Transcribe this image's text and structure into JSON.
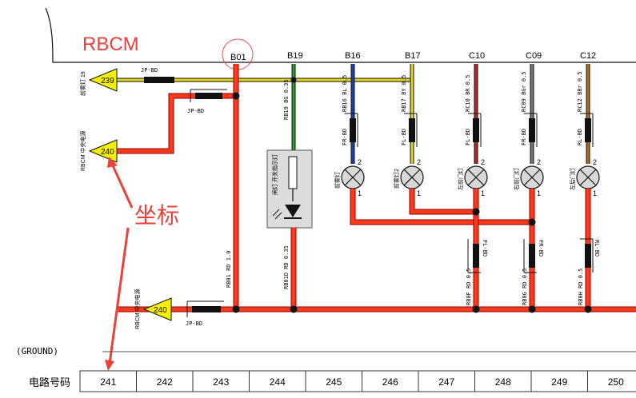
{
  "module": {
    "name": "RBCM"
  },
  "pins": [
    {
      "id": "b01",
      "label": "B01",
      "wire": "RB01 RD 1.0",
      "color": "#ff3c3c",
      "highlight": true
    },
    {
      "id": "b19",
      "label": "B19",
      "wire": "RB19 BG 0.35",
      "color": "#2e9b2e"
    },
    {
      "id": "b16",
      "label": "B16",
      "wire": "RB16 BL 0.5",
      "color": "#1a3fa8"
    },
    {
      "id": "b17",
      "label": "B17",
      "wire": "RB17 BY 0.5",
      "color": "#d8c81a"
    },
    {
      "id": "c10",
      "label": "C10",
      "wire": "RC10 BR 0.5",
      "color": "#c02020"
    },
    {
      "id": "c09",
      "label": "C09",
      "wire": "RC09 BGr 0.5",
      "color": "#555555"
    },
    {
      "id": "c12",
      "label": "C12",
      "wire": "RC12 BBr 0.5",
      "color": "#b06a20"
    }
  ],
  "connectors": {
    "jp_bd_top": "JP-BD",
    "jp_bd_mid": "JP-BD",
    "jp_bd_bottom": "JP-BD",
    "fr_bd": "FR-BD",
    "fl_bd": "FL-BD",
    "fl_bd_2": "FL-BD",
    "fr_bd_2": "FR-BD",
    "rl_bd": "RL-BD",
    "fl_bd_low": "FL-BD",
    "fr_bd_low": "FR-BD",
    "rl_bd_low": "RL-BD"
  },
  "lower_wires": {
    "rb01d": "RB01D RD 0.35",
    "rb0f": "RB0F RD 0.5",
    "rb0g": "RB0G RD 0.5",
    "rb0h": "RB0H RD 0.5"
  },
  "refs": [
    {
      "num": "239",
      "label": "前雾灯 19"
    },
    {
      "num": "240",
      "label": "RBCM 中央电源"
    },
    {
      "num": "240",
      "label": "RBCM 中央电源"
    }
  ],
  "component_labels": {
    "switch_box": "闸灯 开关指示灯",
    "lamp1": "前雾灯",
    "lamp2": "前雾灯2",
    "lamp3": "左前门灯",
    "lamp4": "右前门灯",
    "lamp5": "左后门灯"
  },
  "pin_numbers": [
    "2",
    "1"
  ],
  "annotation": "坐标",
  "ground_label": "(GROUND)",
  "circuit_row": {
    "label": "电路号码",
    "numbers": [
      "241",
      "242",
      "243",
      "244",
      "245",
      "246",
      "247",
      "248",
      "249",
      "250"
    ]
  },
  "colors": {
    "power_red": "#ff3a1a",
    "annotation_red": "#e8423a",
    "ref_yellow": "#f5f000",
    "highlight_circle": "#e05050"
  }
}
